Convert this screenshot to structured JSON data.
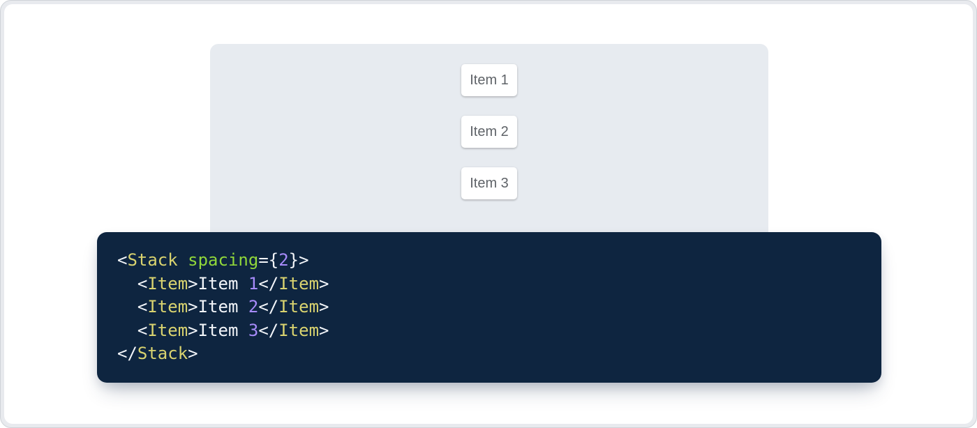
{
  "page": {
    "background": "#e8eaee",
    "card_background": "#ffffff"
  },
  "demo": {
    "panel_background": "#e7ebf0",
    "item_text_color": "#5f6368",
    "items": [
      {
        "label": "Item 1"
      },
      {
        "label": "Item 2"
      },
      {
        "label": "Item 3"
      }
    ]
  },
  "code": {
    "background": "#0e2540",
    "token_colors": {
      "tag": "#d9d36f",
      "attr": "#90d73a",
      "num": "#a78bfa",
      "punct": "#f2f5f9",
      "plain": "#f2f5f9"
    },
    "lines": [
      {
        "tokens": [
          {
            "k": "punct",
            "t": "<"
          },
          {
            "k": "tag",
            "t": "Stack"
          },
          {
            "k": "plain",
            "t": " "
          },
          {
            "k": "attr",
            "t": "spacing"
          },
          {
            "k": "punct",
            "t": "="
          },
          {
            "k": "punct",
            "t": "{"
          },
          {
            "k": "num",
            "t": "2"
          },
          {
            "k": "punct",
            "t": "}"
          },
          {
            "k": "punct",
            "t": ">"
          }
        ]
      },
      {
        "tokens": [
          {
            "k": "plain",
            "t": "  "
          },
          {
            "k": "punct",
            "t": "<"
          },
          {
            "k": "tag",
            "t": "Item"
          },
          {
            "k": "punct",
            "t": ">"
          },
          {
            "k": "plain",
            "t": "Item "
          },
          {
            "k": "num",
            "t": "1"
          },
          {
            "k": "punct",
            "t": "</"
          },
          {
            "k": "tag",
            "t": "Item"
          },
          {
            "k": "punct",
            "t": ">"
          }
        ]
      },
      {
        "tokens": [
          {
            "k": "plain",
            "t": "  "
          },
          {
            "k": "punct",
            "t": "<"
          },
          {
            "k": "tag",
            "t": "Item"
          },
          {
            "k": "punct",
            "t": ">"
          },
          {
            "k": "plain",
            "t": "Item "
          },
          {
            "k": "num",
            "t": "2"
          },
          {
            "k": "punct",
            "t": "</"
          },
          {
            "k": "tag",
            "t": "Item"
          },
          {
            "k": "punct",
            "t": ">"
          }
        ]
      },
      {
        "tokens": [
          {
            "k": "plain",
            "t": "  "
          },
          {
            "k": "punct",
            "t": "<"
          },
          {
            "k": "tag",
            "t": "Item"
          },
          {
            "k": "punct",
            "t": ">"
          },
          {
            "k": "plain",
            "t": "Item "
          },
          {
            "k": "num",
            "t": "3"
          },
          {
            "k": "punct",
            "t": "</"
          },
          {
            "k": "tag",
            "t": "Item"
          },
          {
            "k": "punct",
            "t": ">"
          }
        ]
      },
      {
        "tokens": [
          {
            "k": "punct",
            "t": "</"
          },
          {
            "k": "tag",
            "t": "Stack"
          },
          {
            "k": "punct",
            "t": ">"
          }
        ]
      }
    ]
  }
}
